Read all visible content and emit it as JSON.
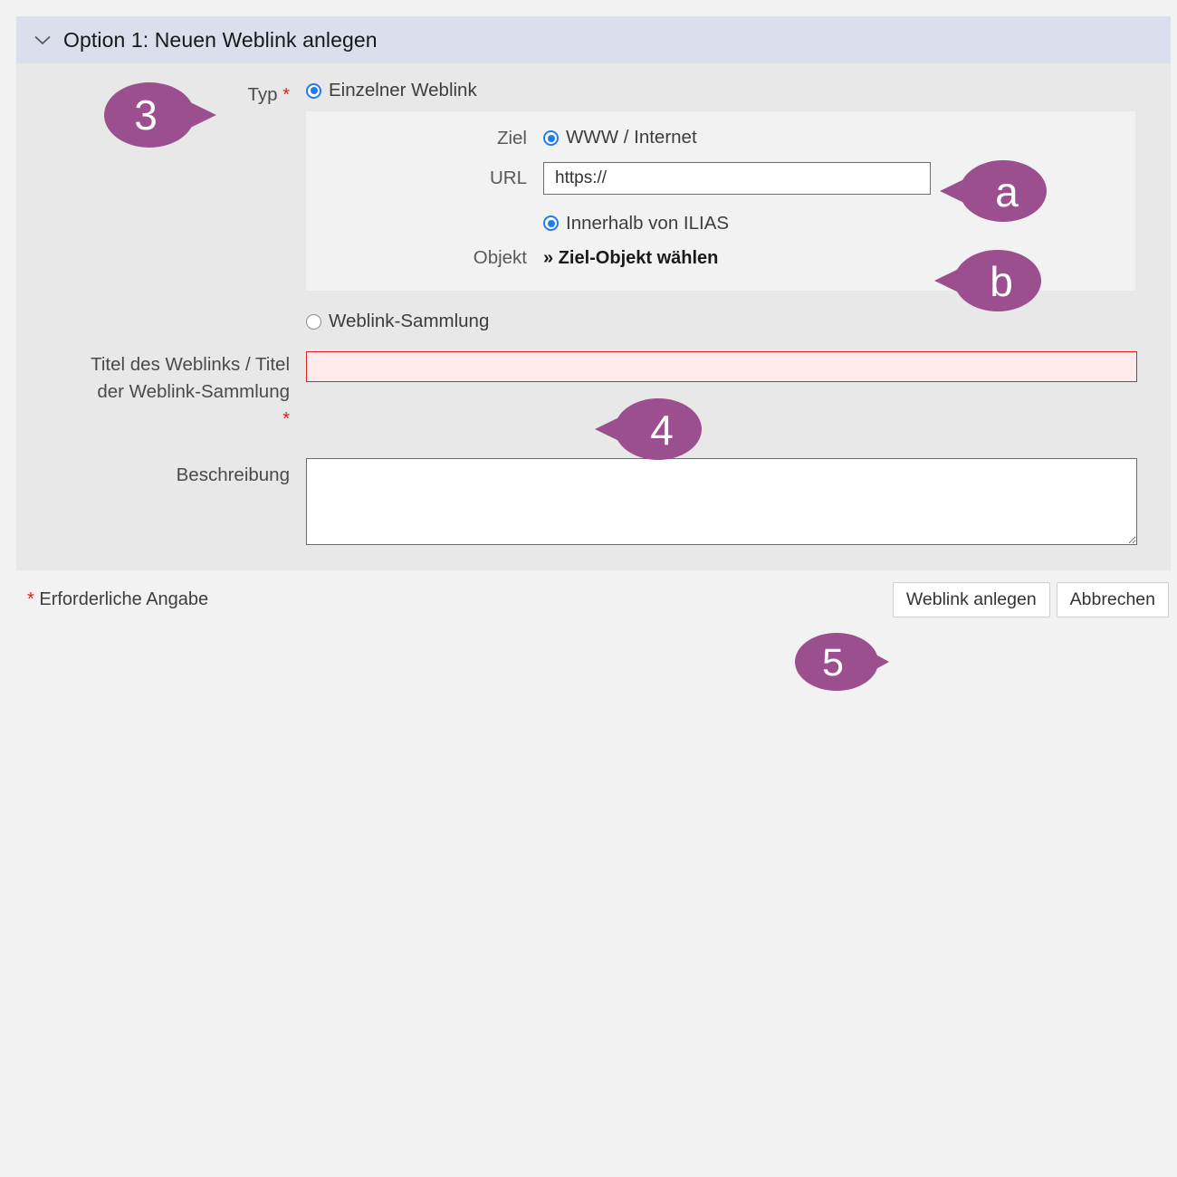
{
  "panel": {
    "title": "Option 1: Neuen Weblink anlegen",
    "collapse_icon": "chevron-down-icon",
    "header_color": "#d9dfec",
    "body_color": "#e8e8e8",
    "footer_color": "#f2f2f2"
  },
  "form": {
    "typ": {
      "label": "Typ",
      "required_marker": "*",
      "options": [
        {
          "label": "Einzelner Weblink",
          "selected": true
        },
        {
          "label": "Weblink-Sammlung",
          "selected": false
        }
      ]
    },
    "ziel": {
      "label": "Ziel",
      "options": [
        {
          "label": "WWW / Internet",
          "selected": true
        },
        {
          "label": "Innerhalb von ILIAS",
          "selected": true
        }
      ],
      "url": {
        "label": "URL",
        "value": "https://",
        "placeholder": ""
      },
      "objekt": {
        "label": "Objekt",
        "link_text": "» Ziel-Objekt wählen"
      }
    },
    "titel": {
      "label_line1": "Titel des Weblinks / Titel",
      "label_line2": "der Weblink-Sammlung",
      "required_marker": "*",
      "value": "",
      "placeholder": "",
      "error_border_color": "#e02020",
      "error_background_color": "#fdeaea"
    },
    "beschreibung": {
      "label": "Beschreibung",
      "value": "",
      "placeholder": ""
    }
  },
  "footer": {
    "required_marker": "*",
    "required_note": "Erforderliche Angabe",
    "submit_label": "Weblink anlegen",
    "cancel_label": "Abbrechen"
  },
  "callouts": {
    "accent_color": "#9b4f8e",
    "items": [
      {
        "id": "callout-3",
        "text": "3",
        "direction": "right"
      },
      {
        "id": "callout-a",
        "text": "a",
        "direction": "left"
      },
      {
        "id": "callout-b",
        "text": "b",
        "direction": "left"
      },
      {
        "id": "callout-4",
        "text": "4",
        "direction": "left"
      },
      {
        "id": "callout-5",
        "text": "5",
        "direction": "left"
      }
    ]
  }
}
